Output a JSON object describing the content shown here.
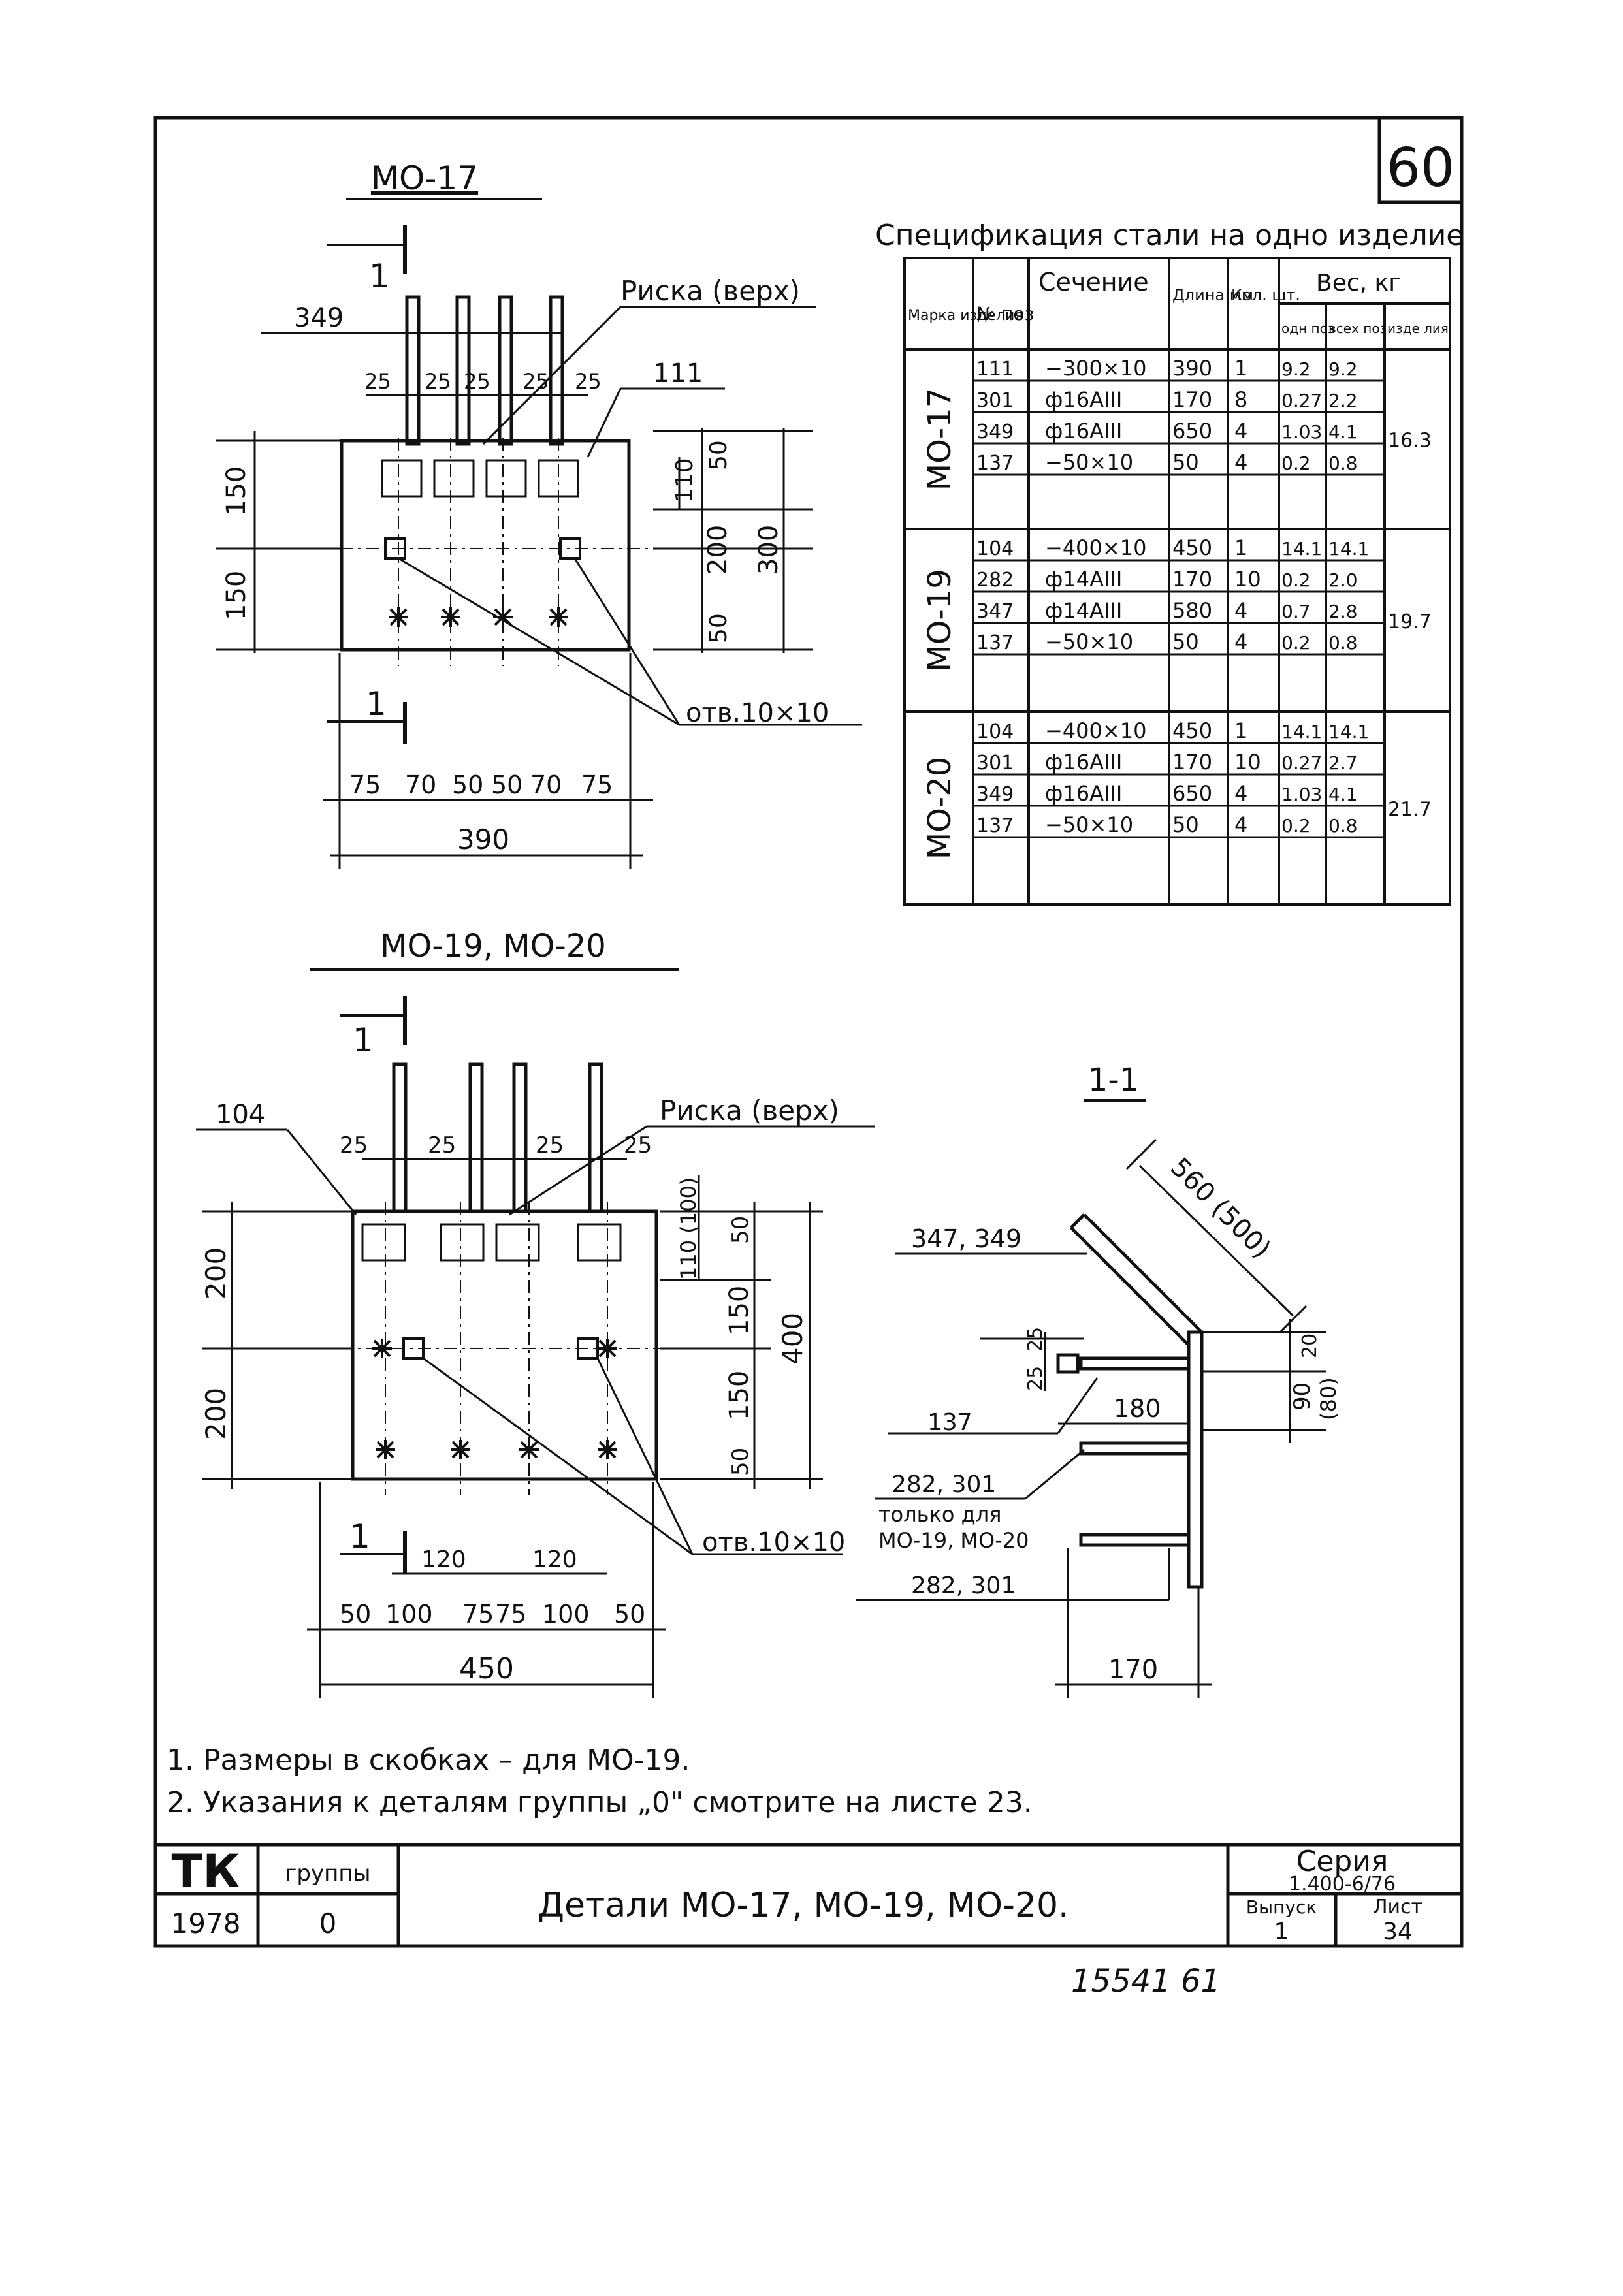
{
  "sheet": {
    "number": "60",
    "stamp": "15541 61"
  },
  "mo17": {
    "title": "МО-17",
    "section_mark": "1",
    "risk": "Риска (верх)",
    "pos_349": "349",
    "pos_111": "111",
    "hole": "отв.10×10",
    "dims": {
      "top_25s": [
        "25",
        "25",
        "25",
        "25",
        "25"
      ],
      "left": [
        "150",
        "150"
      ],
      "right_50": "50",
      "right_110": "110",
      "right_200": "200",
      "right_50b": "50",
      "right_300": "300",
      "bottom": [
        "75",
        "70",
        "50",
        "50",
        "70",
        "75"
      ],
      "total": "390"
    }
  },
  "mo19": {
    "title": "МО-19, МО-20",
    "section_mark": "1",
    "risk": "Риска (верх)",
    "pos_104": "104",
    "hole": "отв.10×10",
    "dims": {
      "top_25s": [
        "25",
        "25",
        "25",
        "25"
      ],
      "left": [
        "200",
        "200"
      ],
      "right_50": "50",
      "right_110": "110 (100)",
      "right_150a": "150",
      "right_150b": "150",
      "right_50b": "50",
      "right_400": "400",
      "mid_120a": "120",
      "mid_120b": "120",
      "bottom": [
        "50",
        "100",
        "75",
        "75",
        "100",
        "50"
      ],
      "total": "450"
    }
  },
  "section": {
    "title": "1-1",
    "d560": "560 (500)",
    "d20": "20",
    "d90": "90",
    "d80": "(80)",
    "d25a": "25",
    "d25b": "25",
    "d180": "180",
    "d170": "170",
    "l347": "347, 349",
    "l137": "137",
    "l282": "282, 301",
    "only_for_1": "только для",
    "only_for_2": "МО-19, МО-20",
    "l282b": "282, 301"
  },
  "spec": {
    "title": "Спецификация стали на одно изделие",
    "headers": {
      "mark": "Марка изделия",
      "num": "№ поз",
      "section": "Сечение",
      "len": "Длина мм",
      "qty": "Кол. шт.",
      "weight": "Вес, кг",
      "w1": "одн поз",
      "w2": "всех поз",
      "w3": "изде лия"
    },
    "groups": [
      {
        "mark": "МО-17",
        "total": "16.3",
        "rows": [
          [
            "111",
            "−300×10",
            "390",
            "1",
            "9.2",
            "9.2"
          ],
          [
            "301",
            "ф16АIII",
            "170",
            "8",
            "0.27",
            "2.2"
          ],
          [
            "349",
            "ф16АIII",
            "650",
            "4",
            "1.03",
            "4.1"
          ],
          [
            "137",
            "−50×10",
            "50",
            "4",
            "0.2",
            "0.8"
          ]
        ]
      },
      {
        "mark": "МО-19",
        "total": "19.7",
        "rows": [
          [
            "104",
            "−400×10",
            "450",
            "1",
            "14.1",
            "14.1"
          ],
          [
            "282",
            "ф14АIII",
            "170",
            "10",
            "0.2",
            "2.0"
          ],
          [
            "347",
            "ф14АIII",
            "580",
            "4",
            "0.7",
            "2.8"
          ],
          [
            "137",
            "−50×10",
            "50",
            "4",
            "0.2",
            "0.8"
          ]
        ]
      },
      {
        "mark": "МО-20",
        "total": "21.7",
        "rows": [
          [
            "104",
            "−400×10",
            "450",
            "1",
            "14.1",
            "14.1"
          ],
          [
            "301",
            "ф16АIII",
            "170",
            "10",
            "0.27",
            "2.7"
          ],
          [
            "349",
            "ф16АIII",
            "650",
            "4",
            "1.03",
            "4.1"
          ],
          [
            "137",
            "−50×10",
            "50",
            "4",
            "0.2",
            "0.8"
          ]
        ]
      }
    ]
  },
  "notes": [
    "1. Размеры в скобках – для МО-19.",
    "2. Указания к деталям группы „0\" смотрите на листе 23."
  ],
  "titleblock": {
    "tk": "ТК",
    "group_label": "группы",
    "year": "1978",
    "group": "0",
    "title": "Детали МО-17, МО-19, МО-20.",
    "series_label": "Серия",
    "series": "1.400-6/76",
    "issue_label": "Выпуск",
    "sheet_label": "Лист",
    "issue": "1",
    "sheet": "34"
  }
}
